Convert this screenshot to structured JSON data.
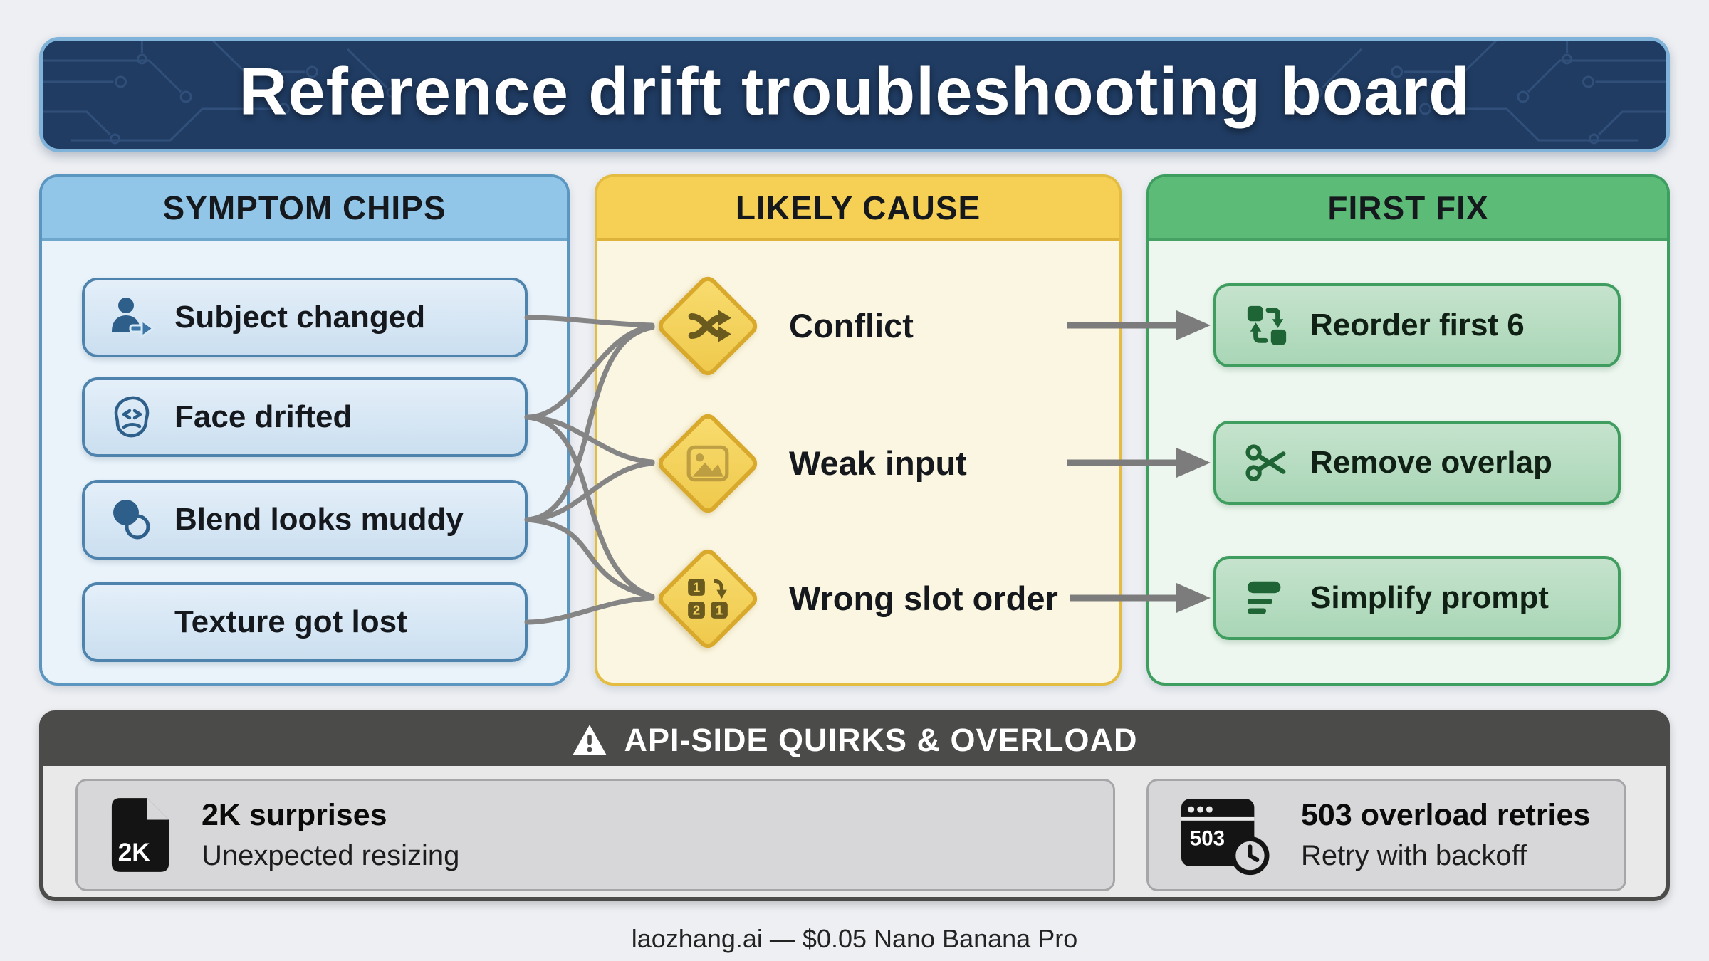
{
  "banner": {
    "title": "Reference drift troubleshooting board"
  },
  "columns": {
    "symptoms": {
      "header": "SYMPTOM CHIPS",
      "chips": [
        {
          "label": "Subject changed",
          "icon": "person-arrow-icon"
        },
        {
          "label": "Face drifted",
          "icon": "distressed-face-icon"
        },
        {
          "label": "Blend looks muddy",
          "icon": "overlapping-circles-icon"
        },
        {
          "label": "Texture got lost",
          "icon": "blurred-texture-icon"
        }
      ]
    },
    "causes": {
      "header": "LIKELY CAUSE",
      "items": [
        {
          "label": "Conflict",
          "icon": "shuffle-icon"
        },
        {
          "label": "Weak input",
          "icon": "faded-image-icon"
        },
        {
          "label": "Wrong slot order",
          "icon": "slot-order-icon",
          "slot_numbers": [
            "1",
            "2",
            "1"
          ]
        }
      ]
    },
    "fixes": {
      "header": "FIRST FIX",
      "items": [
        {
          "label": "Reorder first 6",
          "icon": "swap-icon"
        },
        {
          "label": "Remove overlap",
          "icon": "scissors-icon"
        },
        {
          "label": "Simplify prompt",
          "icon": "simplify-lines-icon"
        }
      ]
    }
  },
  "quirks": {
    "header": "API-SIDE QUIRKS & OVERLOAD",
    "cards": [
      {
        "title": "2K surprises",
        "subtitle": "Unexpected resizing",
        "icon_label": "2K",
        "icon": "file-2k-icon"
      },
      {
        "title": "503 overload retries",
        "subtitle": "Retry with backoff",
        "icon_label": "503",
        "icon": "browser-clock-icon"
      }
    ]
  },
  "connections": {
    "symptom_to_cause": [
      [
        0,
        0
      ],
      [
        1,
        0
      ],
      [
        1,
        1
      ],
      [
        1,
        2
      ],
      [
        2,
        0
      ],
      [
        2,
        1
      ],
      [
        2,
        2
      ],
      [
        3,
        2
      ]
    ],
    "cause_to_fix": [
      [
        0,
        0
      ],
      [
        1,
        1
      ],
      [
        2,
        2
      ]
    ]
  },
  "footer": {
    "credit": "laozhang.ai — $0.05 Nano Banana Pro"
  },
  "colors": {
    "page_bg": "#EDEFF3",
    "banner_bg": "#203C63",
    "banner_border": "#7FB3D9",
    "symptoms_header_bg": "#92C6E9",
    "symptoms_body_bg": "#EAF3FA",
    "symptoms_border": "#5A96C0",
    "chip_icon": "#2D5F8A",
    "causes_header_bg": "#F5D054",
    "causes_body_bg": "#FBF6E1",
    "diamond_fill": "#F2CF55",
    "diamond_border": "#D9A92B",
    "fixes_header_bg": "#5CBB77",
    "fixes_body_bg": "#EDF7EF",
    "fix_icon": "#1E6434",
    "connector_gray": "#858585",
    "quirks_header_bg": "#4B4B49",
    "quirks_body_bg": "#E9E9EA",
    "quirks_card_bg": "#D7D7D9"
  }
}
